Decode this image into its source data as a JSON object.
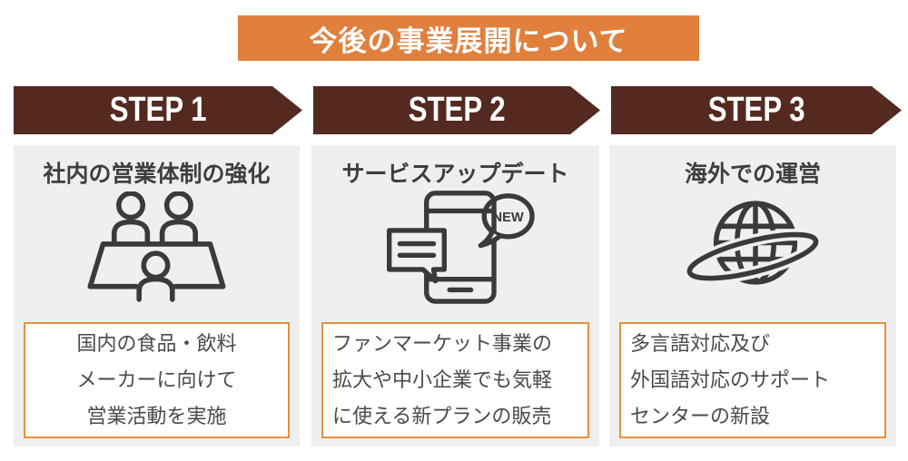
{
  "title": "今後の事業展開について",
  "colors": {
    "banner_orange": "#E0803C",
    "arrow_brown": "#542A20",
    "card_gray": "#F0EFEF",
    "box_border_orange": "#E8913D",
    "heading_text": "#3E3E3E",
    "body_text": "#4A4A4A",
    "icon_stroke": "#3A3A3A"
  },
  "steps": [
    {
      "label": "STEP 1",
      "heading": "社内の営業体制の強化",
      "icon": "meeting-people-icon",
      "box_lines": [
        "国内の食品・飲料",
        "メーカーに向けて",
        "営業活動を実施"
      ]
    },
    {
      "label": "STEP 2",
      "heading": "サービスアップデート",
      "icon": "smartphone-new-message-icon",
      "icon_badge": "NEW",
      "box_lines": [
        "ファンマーケット事業の",
        "拡大や中小企業でも気軽",
        "に使える新プランの販売"
      ]
    },
    {
      "label": "STEP 3",
      "heading": "海外での運営",
      "icon": "globe-orbit-icon",
      "box_lines": [
        "多言語対応及び",
        "外国語対応のサポート",
        "センターの新設"
      ]
    }
  ]
}
